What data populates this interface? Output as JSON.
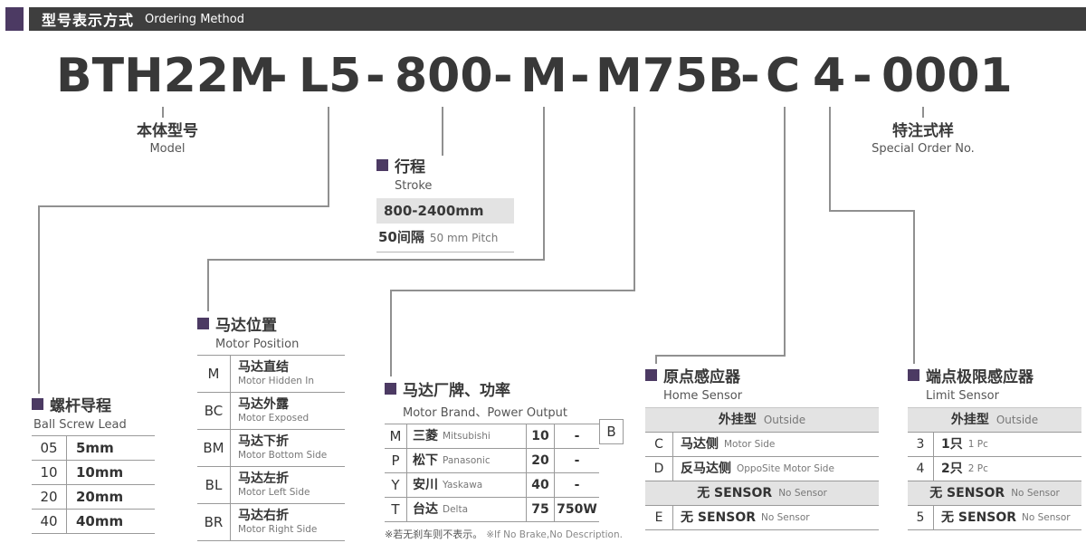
{
  "colors": {
    "accent_purple": "#4c3a63",
    "header_bar_bg": "#3e3e3e",
    "table_header_bg": "#e3e3e3",
    "connector_line": "#909090",
    "text_dark": "#383838",
    "text_muted": "#777777"
  },
  "header": {
    "title_zh": "型号表示方式",
    "title_en": "Ordering Method"
  },
  "model_code": {
    "display": "BTH22M-L5-800-M-M75B-C4-0001",
    "dash": "-",
    "segments": {
      "model": "BTH22M",
      "lead": "L5",
      "stroke": "800",
      "position": "M",
      "motor": "M75B",
      "home_sensor": "C",
      "limit_sensor": "4",
      "special": "0001"
    }
  },
  "callouts": {
    "model": {
      "zh": "本体型号",
      "en": "Model"
    },
    "special_order": {
      "zh": "特注式样",
      "en": "Special Order No."
    },
    "stroke": {
      "zh": "行程",
      "en": "Stroke",
      "range": "800-2400mm",
      "pitch_zh": "50间隔",
      "pitch_en": "50 mm Pitch"
    },
    "ball_screw_lead": {
      "zh": "螺杆导程",
      "en": "Ball Screw Lead",
      "rows": [
        {
          "code": "05",
          "value": "5mm"
        },
        {
          "code": "10",
          "value": "10mm"
        },
        {
          "code": "20",
          "value": "20mm"
        },
        {
          "code": "40",
          "value": "40mm"
        }
      ]
    },
    "motor_position": {
      "zh": "马达位置",
      "en": "Motor Position",
      "rows": [
        {
          "code": "M",
          "zh": "马达直结",
          "en": "Motor Hidden In"
        },
        {
          "code": "BC",
          "zh": "马达外露",
          "en": "Motor Exposed"
        },
        {
          "code": "BM",
          "zh": "马达下折",
          "en": "Motor Bottom Side"
        },
        {
          "code": "BL",
          "zh": "马达左折",
          "en": "Motor Left Side"
        },
        {
          "code": "BR",
          "zh": "马达右折",
          "en": "Motor Right Side"
        }
      ]
    },
    "motor_brand": {
      "zh": "马达厂牌、功率",
      "en": "Motor Brand、Power Output",
      "rows": [
        {
          "code": "M",
          "brand_zh": "三菱",
          "brand_en": "Mitsubishi",
          "power_code": "10",
          "power_value": "-",
          "brake": "B"
        },
        {
          "code": "P",
          "brand_zh": "松下",
          "brand_en": "Panasonic",
          "power_code": "20",
          "power_value": "-"
        },
        {
          "code": "Y",
          "brand_zh": "安川",
          "brand_en": "Yaskawa",
          "power_code": "40",
          "power_value": "-"
        },
        {
          "code": "T",
          "brand_zh": "台达",
          "brand_en": "Delta",
          "power_code": "75",
          "power_value": "750W"
        }
      ],
      "note_zh": "※若无刹车则不表示。",
      "note_en": "※If No Brake,No Description."
    },
    "home_sensor": {
      "zh": "原点感应器",
      "en": "Home Sensor",
      "group_zh": "外挂型",
      "group_en": "Outside",
      "rows": [
        {
          "code": "C",
          "zh": "马达侧",
          "en": "Motor Side"
        },
        {
          "code": "D",
          "zh": "反马达侧",
          "en": "OppoSite Motor Side"
        }
      ],
      "band_zh": "无 SENSOR",
      "band_en": "No Sensor",
      "last_row": {
        "code": "E",
        "zh": "无 SENSOR",
        "en": "No Sensor"
      }
    },
    "limit_sensor": {
      "zh": "端点极限感应器",
      "en": "Limit Sensor",
      "group_zh": "外挂型",
      "group_en": "Outside",
      "rows": [
        {
          "code": "3",
          "zh": "1只",
          "en": "1 Pc"
        },
        {
          "code": "4",
          "zh": "2只",
          "en": "2 Pc"
        }
      ],
      "band_zh": "无 SENSOR",
      "band_en": "No Sensor",
      "last_row": {
        "code": "5",
        "zh": "无 SENSOR",
        "en": "No Sensor"
      }
    }
  }
}
